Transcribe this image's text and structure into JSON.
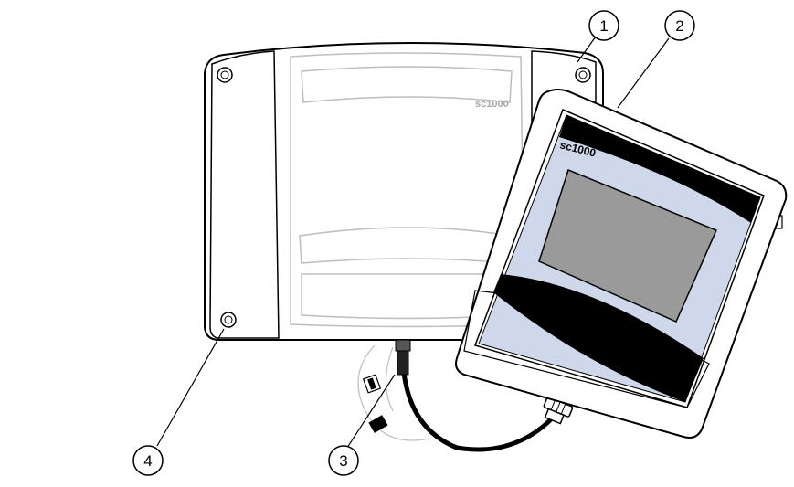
{
  "brand": {
    "controller_label": "sc1000",
    "display_label": "sc1000"
  },
  "callouts": [
    {
      "id": "1",
      "label": "1"
    },
    {
      "id": "2",
      "label": "2"
    },
    {
      "id": "3",
      "label": "3"
    },
    {
      "id": "4",
      "label": "4"
    }
  ],
  "colors": {
    "screen_bezel": "#cfd8ea",
    "screen": "#9a9a9a",
    "line": "#000000",
    "panel": "#ffffff"
  }
}
